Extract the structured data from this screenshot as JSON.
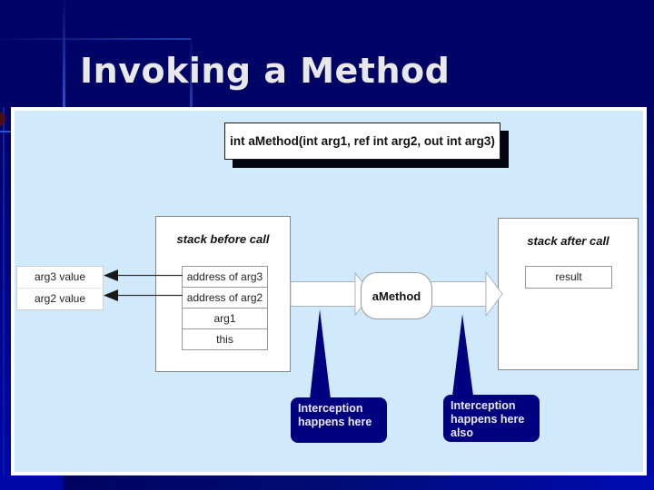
{
  "slide": {
    "title": "Invoking a Method",
    "colors": {
      "background": "#000366",
      "accent_blue": "#0008b0",
      "panel": "#d0e9fb",
      "callout_fill": "#000080",
      "title_text": "#e8e8e8",
      "shadow": "#050510"
    }
  },
  "diagram": {
    "signature": "int aMethod(int arg1, ref int arg2, out int arg3)",
    "method_name": "aMethod",
    "stack_before": {
      "label": "stack before call",
      "rows": [
        "address of arg3",
        "address of arg2",
        "arg1",
        "this"
      ]
    },
    "left_values": {
      "rows": [
        "arg3 value",
        "arg2 value"
      ]
    },
    "stack_after": {
      "label": "stack after call",
      "rows": [
        "result"
      ]
    },
    "callouts": [
      {
        "text": "Interception happens here"
      },
      {
        "text": "Interception happens here also"
      }
    ]
  }
}
